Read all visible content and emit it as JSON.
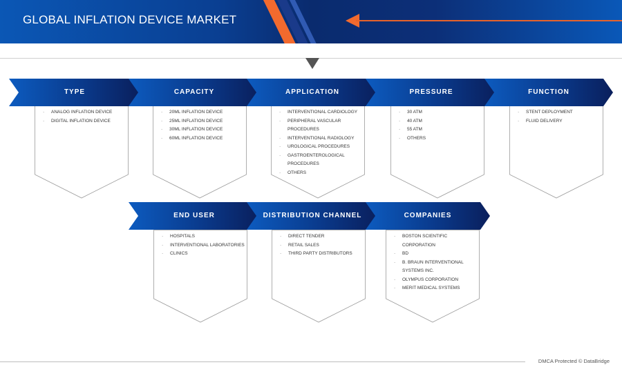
{
  "header": {
    "title": "GLOBAL INFLATION DEVICE MARKET"
  },
  "segments": [
    {
      "label": "TYPE",
      "items": [
        "ANALOG INFLATION DEVICE",
        "DIGITAL INFLATION DEVICE"
      ]
    },
    {
      "label": "CAPACITY",
      "items": [
        "20ML INFLATION DEVICE",
        "25ML INFLATION DEVICE",
        "30ML INFLATION DEVICE",
        "60ML INFLATION DEVICE"
      ]
    },
    {
      "label": "APPLICATION",
      "items": [
        "INTERVENTIONAL CARDIOLOGY",
        "PERIPHERAL VASCULAR PROCEDURES",
        "INTERVENTIONAL RADIOLOGY",
        "UROLOGICAL PROCEDURES",
        "GASTROENTEROLOGICAL PROCEDURES",
        "OTHERS"
      ]
    },
    {
      "label": "PRESSURE",
      "items": [
        "30 ATM",
        "40 ATM",
        "55 ATM",
        "OTHERS"
      ]
    },
    {
      "label": "FUNCTION",
      "items": [
        "STENT DEPLOYMENT",
        "FLUID DELIVERY"
      ]
    },
    {
      "label": "END USER",
      "items": [
        "HOSPITALS",
        "INTERVENTIONAL LABORATORIES",
        "CLINICS"
      ]
    },
    {
      "label": "DISTRIBUTION CHANNEL",
      "items": [
        "DIRECT TENDER",
        "RETAIL SALES",
        "THIRD PARTY DISTRIBUTORS"
      ]
    },
    {
      "label": "COMPANIES",
      "items": [
        "BOSTON SCIENTIFIC CORPORATION",
        "BD",
        "B. BRAUN INTERVENTIONAL SYSTEMS INC.",
        "OLYMPUS CORPORATION",
        "MERIT MEDICAL SYSTEMS"
      ]
    }
  ],
  "footer": {
    "text": "DMCA Protected © DataBridge"
  },
  "colors": {
    "navy": "#0a1f5c",
    "blue": "#0b57b5",
    "accent_orange": "#f26a2e"
  }
}
